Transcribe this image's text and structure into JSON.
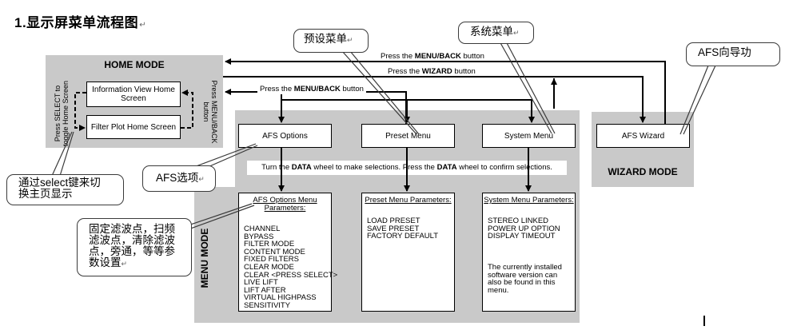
{
  "heading": "1.显示屏菜单流程图",
  "para_mark": "↵",
  "home_mode": {
    "title": "HOME MODE",
    "left_label_1": "Press SELECT to",
    "left_label_2": "toggle Home Screen",
    "right_label_1": "Press MENU/BACK",
    "right_label_2": "button",
    "info_view": "Information View Home Screen",
    "filter_plot": "Filter Plot Home Screen"
  },
  "menu_mode": {
    "title": "MENU MODE",
    "afs_options": "AFS Options",
    "preset_menu": "Preset Menu",
    "system_menu": "System Menu",
    "instruction": "Turn the DATA wheel to make selections. Press the DATA wheel to confirm selections.",
    "columns": [
      {
        "title": "AFS Options Menu Parameters:",
        "items": [
          "CHANNEL",
          "BYPASS",
          "FILTER MODE",
          "CONTENT MODE",
          "FIXED FILTERS",
          "CLEAR MODE",
          "CLEAR <PRESS SELECT>",
          "LIVE LIFT",
          "LIFT AFTER",
          "VIRTUAL HIGHPASS",
          "SENSITIVITY"
        ]
      },
      {
        "title": "Preset Menu Parameters:",
        "items": [
          "LOAD PRESET",
          "SAVE PRESET",
          "FACTORY DEFAULT"
        ]
      },
      {
        "title": "System Menu Parameters:",
        "items": [
          "STEREO LINKED",
          "POWER UP OPTION",
          "DISPLAY TIMEOUT"
        ],
        "note": "The currently installed software version can also be found in this menu."
      }
    ]
  },
  "wizard_mode": {
    "title": "WIZARD MODE",
    "afs_wizard": "AFS Wizard"
  },
  "arrows": {
    "menu_back_top": "Press the MENU/BACK button",
    "wizard": "Press the WIZARD button",
    "menu_back_lower": "Press the MENU/BACK button"
  },
  "callouts": {
    "preset": "预设菜单",
    "system": "系统菜单",
    "wizard": "AFS向导功",
    "select": "通过select键来切换主页显示",
    "afs_options": "AFS选项",
    "params": "固定滤波点，扫频滤波点，清除滤波点，旁通，等等参数设置"
  },
  "colors": {
    "panel_gray": "#c9c9c9",
    "line": "#000000"
  }
}
